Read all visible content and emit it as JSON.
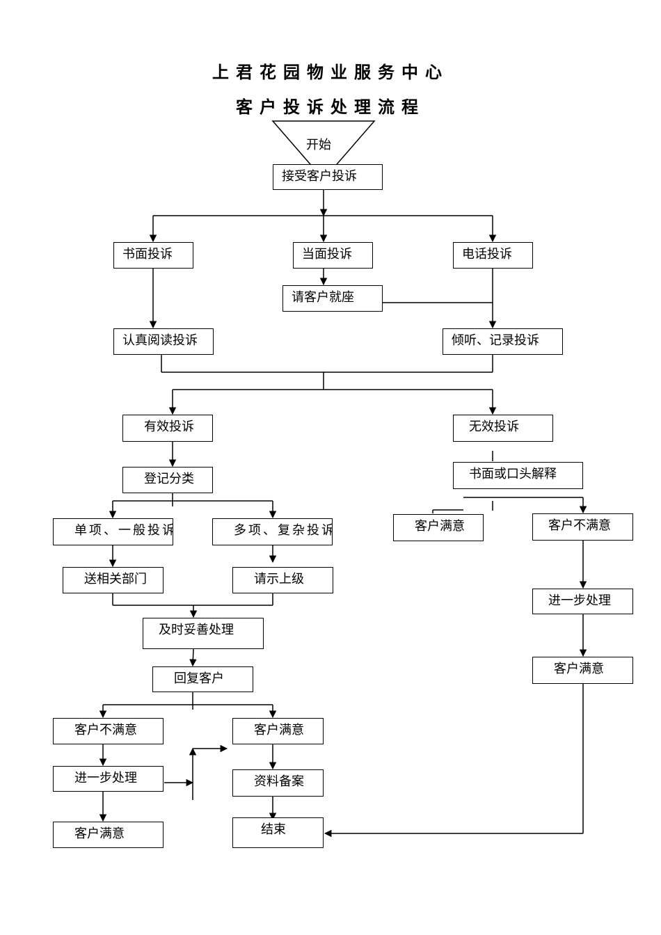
{
  "title": {
    "line1": "上君花园物业服务中心",
    "line2": "客户投诉处理流程"
  },
  "nodes": {
    "start": "开始",
    "receive": "接受客户投诉",
    "written": "书面投诉",
    "in_person": "当面投诉",
    "phone": "电话投诉",
    "seat": "请客户就座",
    "read": "认真阅读投诉",
    "listen": "倾听、记录投诉",
    "valid": "有效投诉",
    "invalid": "无效投诉",
    "register": "登记分类",
    "explain": "书面或口头解释",
    "single": "单项、一般投诉",
    "multi": "多项、复杂投诉",
    "send_dept": "送相关部门",
    "report_up": "请示上级",
    "handle": "及时妥善处理",
    "reply": "回复客户",
    "inv_satisfied": "客户满意",
    "inv_unsatisfied": "客户不满意",
    "inv_further": "进一步处理",
    "inv_satisfied2": "客户满意",
    "unsatisfied": "客户不满意",
    "satisfied": "客户满意",
    "further": "进一步处理",
    "archive": "资料备案",
    "satisfied2": "客户满意",
    "end": "结束"
  }
}
